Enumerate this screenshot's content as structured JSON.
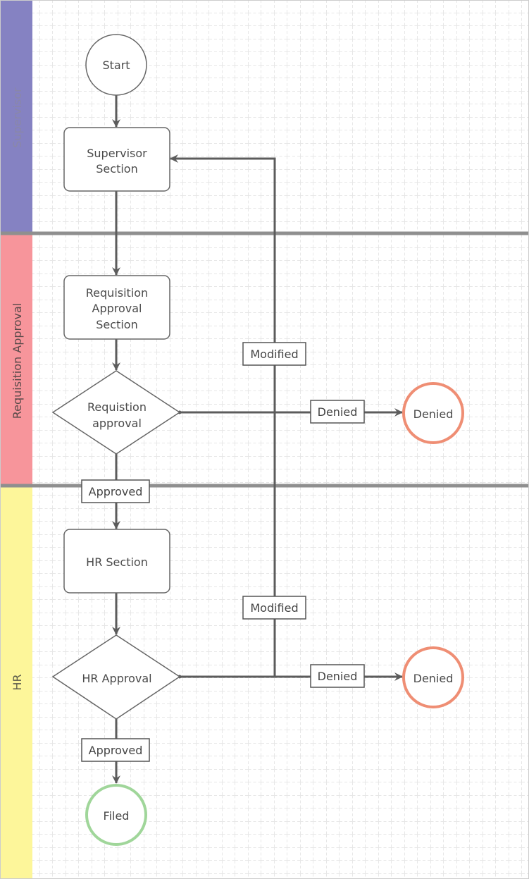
{
  "colors": {
    "supervisor_lane": "#8582c2",
    "requisition_lane": "#f7959b",
    "hr_lane": "#fdf69a",
    "denied_stroke": "#ef8e74",
    "filed_stroke": "#a0d69a",
    "lane_divider": "#8f8f8f",
    "grid_line": "#cfcfcf",
    "connector": "#5c5c5c"
  },
  "lanes": {
    "supervisor": "Supervisor",
    "requisition": "Requisition Approval",
    "hr": "HR"
  },
  "nodes": {
    "start": "Start",
    "supervisor_section": [
      "Supervisor",
      "Section"
    ],
    "requisition_section": [
      "Requisition",
      "Approval",
      "Section"
    ],
    "requisition_decision": [
      "Requistion",
      "approval"
    ],
    "hr_section": "HR Section",
    "hr_decision": "HR Approval",
    "denied_1": "Denied",
    "denied_2": "Denied",
    "filed": "Filed"
  },
  "labels": {
    "modified_1": "Modified",
    "modified_2": "Modified",
    "denied_1": "Denied",
    "denied_2": "Denied",
    "approved_1": "Approved",
    "approved_2": "Approved"
  }
}
